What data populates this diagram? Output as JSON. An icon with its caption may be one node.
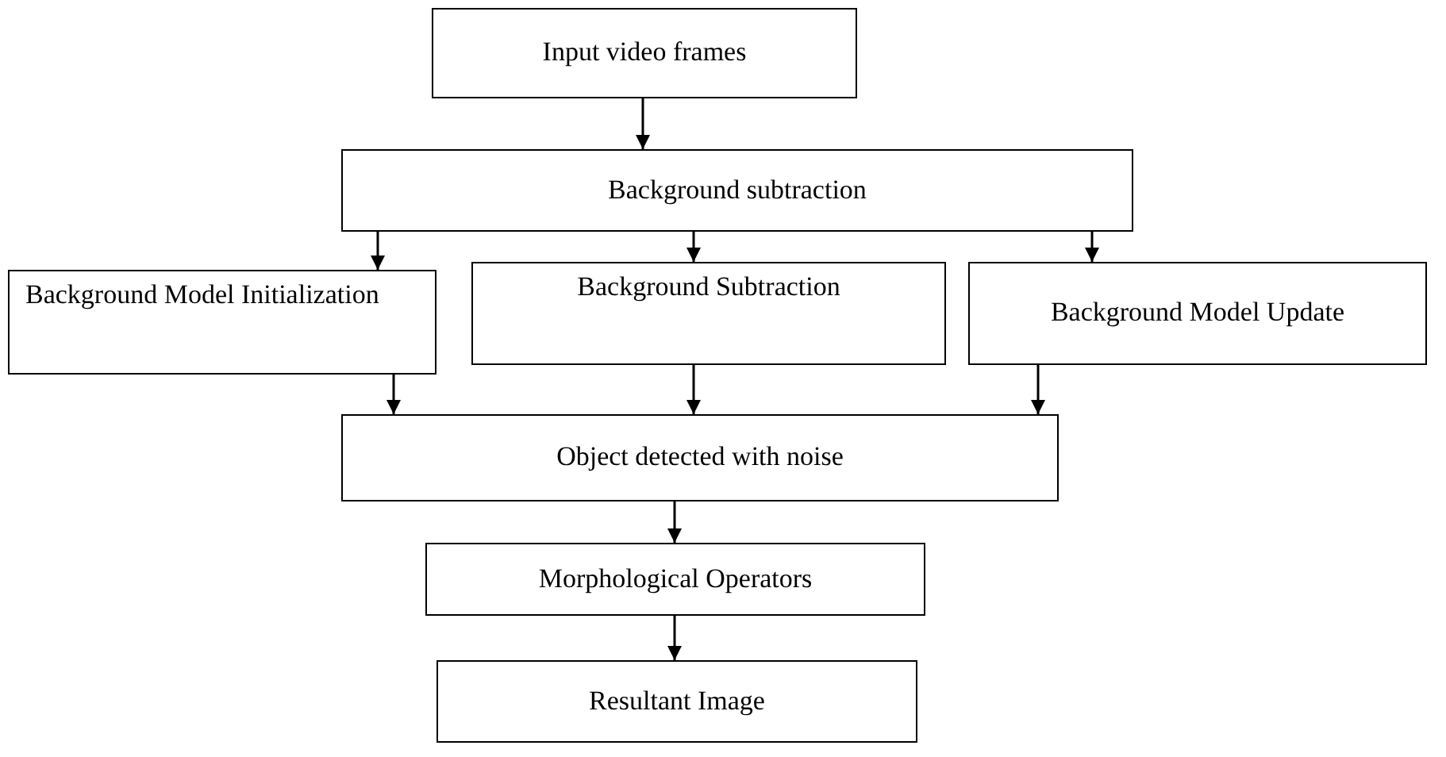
{
  "diagram": {
    "nodes": [
      {
        "text": [
          "Input video frames"
        ]
      },
      {
        "text": [
          "Background subtraction"
        ]
      },
      {
        "text": [
          "Background Model Initialization"
        ]
      },
      {
        "text": [
          "Background Subtraction"
        ]
      },
      {
        "text": [
          "Background Model Update"
        ]
      },
      {
        "text": [
          "Object detected with noise"
        ]
      },
      {
        "text": [
          "Morphological Operators"
        ]
      },
      {
        "text": [
          "Resultant Image"
        ]
      }
    ],
    "edges": [
      {
        "from": 0,
        "to": 1,
        "arrow": "to"
      },
      {
        "from": 1,
        "to": 2,
        "arrow": "to"
      },
      {
        "from": 1,
        "to": 3,
        "arrow": "to"
      },
      {
        "from": 1,
        "to": 4,
        "arrow": "to"
      },
      {
        "from": 2,
        "to": 5,
        "arrow": "to"
      },
      {
        "from": 3,
        "to": 5,
        "arrow": "to"
      },
      {
        "from": 4,
        "to": 5,
        "arrow": "to"
      },
      {
        "from": 5,
        "to": 6,
        "arrow": "to"
      },
      {
        "from": 6,
        "to": 7,
        "arrow": "to"
      }
    ]
  }
}
